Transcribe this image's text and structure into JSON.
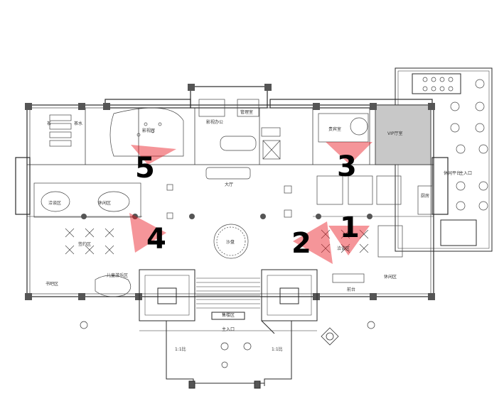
{
  "rooms": {
    "r1": "茶",
    "r2": "茶水",
    "r3": "影视厅",
    "r4": "影视办公",
    "r5": "管理室",
    "r6": "贵宾室",
    "r7": "VIP厅室",
    "r8": "休闲平台",
    "r9": "大厅",
    "r10": "洽谈区",
    "r11": "休闲区",
    "r12": "签约区",
    "r13": "沙盘",
    "r14": "书吧区",
    "r15": "儿童游乐区",
    "r16": "洽谈区",
    "r17": "主入口",
    "r18": "主入口",
    "r19": "售楼区",
    "r20": "休闲区",
    "r21": "前台",
    "r22": "厨房"
  },
  "dims": {
    "d1": "1:1比",
    "d2": "1:1比"
  },
  "markers": [
    "1",
    "2",
    "3",
    "4",
    "5"
  ],
  "colors": {
    "line": "#2a2a2a",
    "wall": "#4a4a4a",
    "marker_red": "#e8141c",
    "grey_fill": "#c8c8c8"
  }
}
